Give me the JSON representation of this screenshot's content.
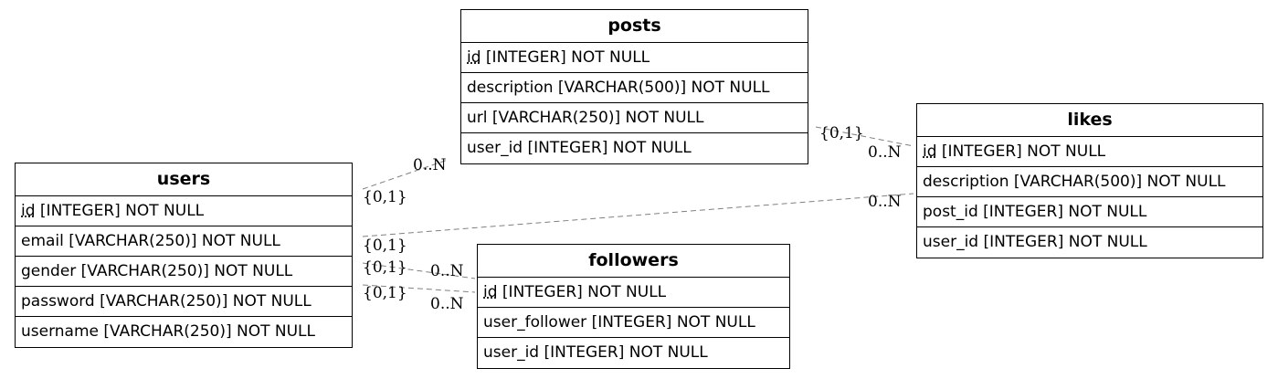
{
  "entities": {
    "posts": {
      "title": "posts",
      "attributes": [
        {
          "pk": "id",
          "rest": " [INTEGER] NOT NULL"
        },
        {
          "pk": "",
          "rest": "description [VARCHAR(500)] NOT NULL"
        },
        {
          "pk": "",
          "rest": "url [VARCHAR(250)] NOT NULL"
        },
        {
          "pk": "",
          "rest": "user_id [INTEGER] NOT NULL"
        }
      ]
    },
    "likes": {
      "title": "likes",
      "attributes": [
        {
          "pk": "id",
          "rest": " [INTEGER] NOT NULL"
        },
        {
          "pk": "",
          "rest": "description [VARCHAR(500)] NOT NULL"
        },
        {
          "pk": "",
          "rest": "post_id [INTEGER] NOT NULL"
        },
        {
          "pk": "",
          "rest": "user_id [INTEGER] NOT NULL"
        }
      ]
    },
    "users": {
      "title": "users",
      "attributes": [
        {
          "pk": "id",
          "rest": " [INTEGER] NOT NULL"
        },
        {
          "pk": "",
          "rest": "email [VARCHAR(250)] NOT NULL"
        },
        {
          "pk": "",
          "rest": "gender [VARCHAR(250)] NOT NULL"
        },
        {
          "pk": "",
          "rest": "password [VARCHAR(250)] NOT NULL"
        },
        {
          "pk": "",
          "rest": "username [VARCHAR(250)] NOT NULL"
        }
      ]
    },
    "followers": {
      "title": "followers",
      "attributes": [
        {
          "pk": "id",
          "rest": " [INTEGER] NOT NULL"
        },
        {
          "pk": "",
          "rest": "user_follower [INTEGER] NOT NULL"
        },
        {
          "pk": "",
          "rest": "user_id [INTEGER] NOT NULL"
        }
      ]
    }
  },
  "relationships": [
    {
      "from": "users",
      "to": "posts",
      "from_card": "{0,1}",
      "to_card": "0..N"
    },
    {
      "from": "posts",
      "to": "likes",
      "from_card": "{0,1}",
      "to_card": "0..N"
    },
    {
      "from": "users",
      "to": "likes",
      "from_card": "{0,1}",
      "to_card": "0..N"
    },
    {
      "from": "users",
      "to": "followers",
      "from_card": "{0,1}",
      "to_card": "0..N"
    },
    {
      "from": "users",
      "to": "followers",
      "from_card": "{0,1}",
      "to_card": "0..N"
    }
  ],
  "colors": {
    "edge": "#808080",
    "border": "#000000",
    "background": "#ffffff"
  }
}
